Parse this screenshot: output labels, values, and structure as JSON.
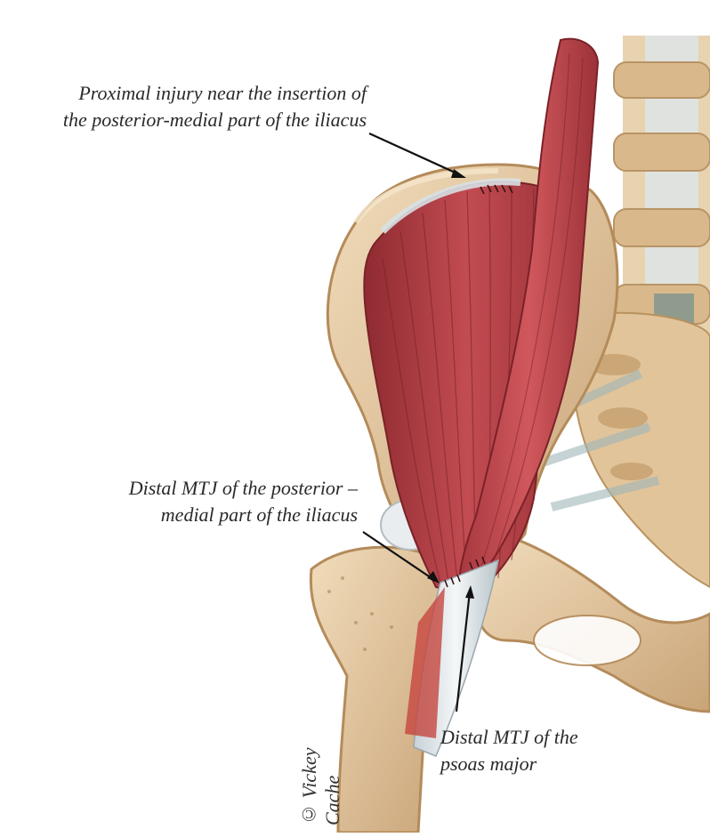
{
  "labels": {
    "iliacus_proximal": {
      "line1": "Proximal injury near the insertion of",
      "line2": "the posterior-medial part of the iliacus"
    },
    "iliacus_distal": {
      "line1": "Distal MTJ of the posterior –",
      "line2": "medial part of the iliacus"
    },
    "psoas_distal": {
      "line1": "Distal MTJ of the",
      "line2": "psoas major"
    }
  },
  "signature": "© Vickey Cache",
  "colors": {
    "muscle": "#b9454a",
    "muscle_dark": "#8e2b31",
    "bone": "#e6c9a1",
    "bone_shadow": "#c9a478",
    "tendon": "#dfe6ea",
    "ligament": "#9fb6b8",
    "arrow": "#111111"
  }
}
